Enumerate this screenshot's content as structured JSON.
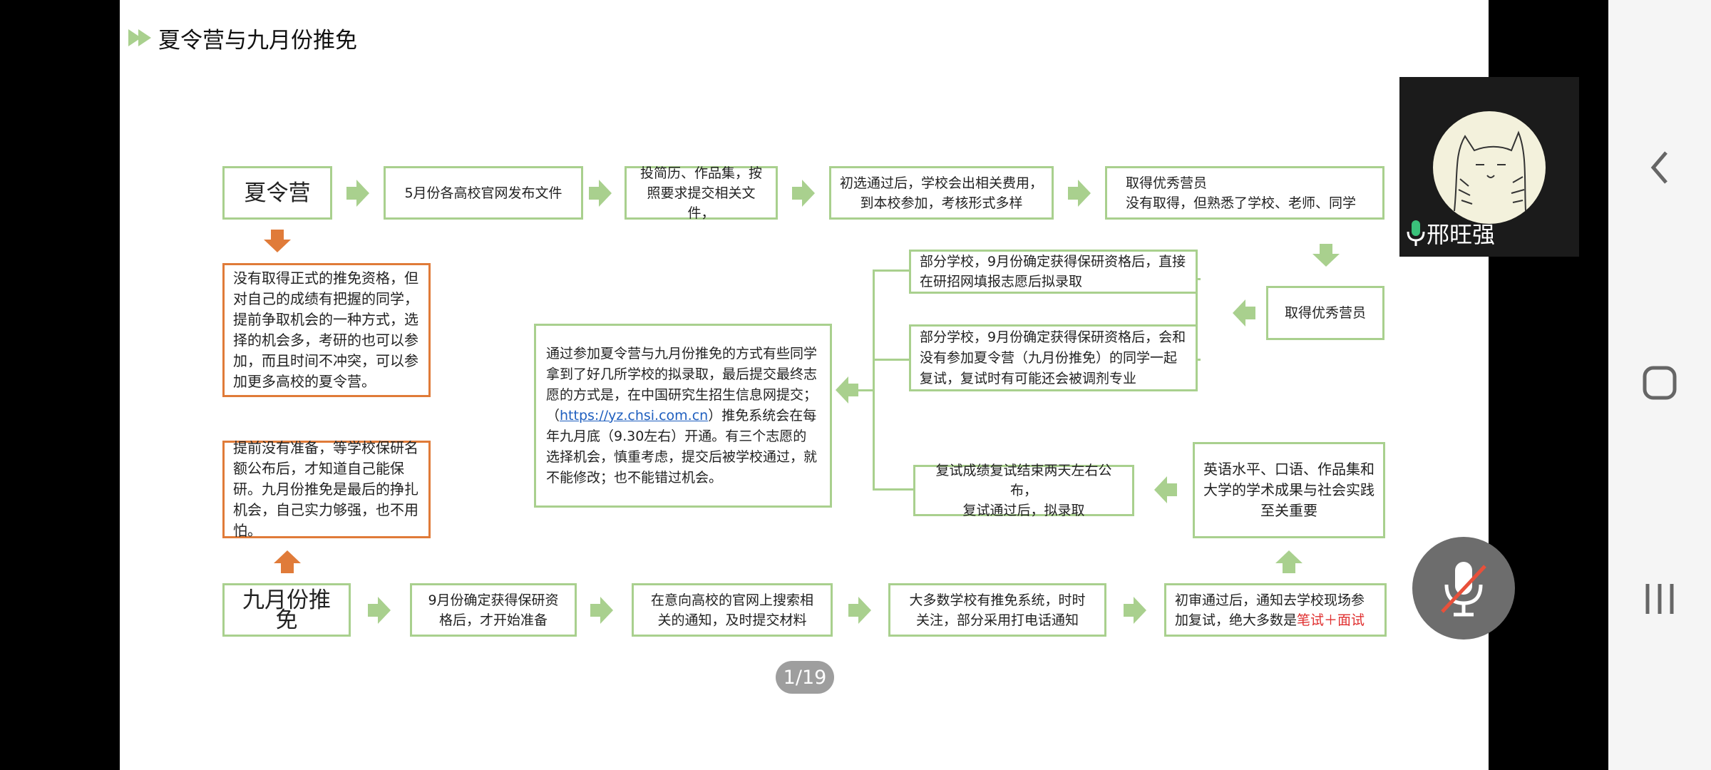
{
  "slide": {
    "title": "夏令营与九月份推免",
    "page_indicator": "1/19",
    "row1": {
      "start": "夏令营",
      "step1": "5月份各高校官网发布文件",
      "step2": "投简历、作品集，按\n照要求提交相关文件，",
      "step3": "初选通过后，学校会出相关费用，\n到本校参加，考核形式多样",
      "step4": "取得优秀营员\n没有取得，但熟悉了学校、老师、同学"
    },
    "middle": {
      "summer_note": "没有取得正式的推免资格，但对自己的成绩有把握的同学，提前争取机会的一种方式，选择的机会多，考研的也可以参加，而且时间不冲突，可以参加更多高校的夏令营。",
      "september_note": "提前没有准备，等学校保研名额公布后，才知道自己能保研。九月份推免是最后的挣扎机会，自己实力够强，也不用怕。",
      "summary_before": "通过参加夏令营与九月份推免的方式有些同学拿到了好几所学校的拟录取，最后提交最终志愿的方式是，在中国研究生招生信息网提交；（",
      "summary_link": "https://yz.chsi.com.cn",
      "summary_after": "）推免系统会在每年九月底（9.30左右）开通。有三个志愿的选择机会，慎重考虑，提交后被学校通过，就不能修改；也不能错过机会。",
      "branch_a": "部分学校，9月份确定获得保研资格后，直接在研招网填报志愿后拟录取",
      "branch_b": "部分学校，9月份确定获得保研资格后，会和没有参加夏令营（九月份推免）的同学一起复试，复试时有可能还会被调剂专业",
      "branch_c": "复试成绩复试结束两天左右公布，\n复试通过后，拟录取",
      "excellent": "取得优秀营员",
      "factors": "英语水平、口语、作品集和大学的学术成果与社会实践至关重要"
    },
    "row3": {
      "start": "九月份推免",
      "step1": "9月份确定获得保研资\n格后，才开始准备",
      "step2": "在意向高校的官网上搜索相\n关的通知，及时提交材料",
      "step3": "大多数学校有推免系统，时时\n关注，部分采用打电话通知",
      "step4_prefix": "初审通过后，通知去学校现场参加复试，绝大多数是",
      "step4_highlight": "笔试＋面试"
    }
  },
  "video": {
    "participant_name": "邢旺强",
    "mic_icon": "mic-on-icon"
  },
  "mic_toggle": {
    "icon": "mic-off-icon"
  },
  "navbar": {
    "back": "chevron-left-icon",
    "home": "square-icon",
    "recents": "three-bars-icon"
  },
  "colors": {
    "green_border": "#a9d08e",
    "orange": "#e07b39",
    "highlight_red": "#e03030"
  }
}
